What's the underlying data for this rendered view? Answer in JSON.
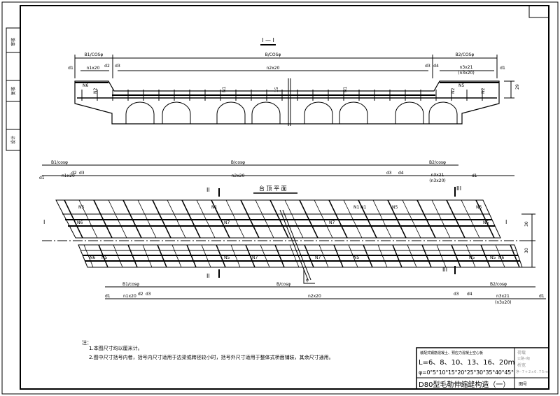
{
  "side_strip": [
    "审核",
    "复核",
    "设计"
  ],
  "section": {
    "title": "I — I",
    "dim_top": [
      "B1/COSφ",
      "B/COSφ",
      "B2/COSφ"
    ],
    "dim_sub": [
      "d1",
      "n1x20",
      "d2",
      "d3",
      "n2x20",
      "d3",
      "d4",
      "n3x21",
      "(n3x20)",
      "d1"
    ],
    "rebar_labels": [
      "N6",
      "N2",
      "N1",
      "15",
      "N1",
      "N5",
      "N2",
      "N2"
    ],
    "height_dim": "29"
  },
  "plan": {
    "title": "台 顶 平 面",
    "dim_top": [
      "B1/cosφ",
      "B/cosφ",
      "B2/cosφ"
    ],
    "dim_sub": [
      "d1",
      "n1x20",
      "d2",
      "d3",
      "n2x20",
      "d3",
      "d4",
      "n3x21",
      "(n3x20)",
      "d1"
    ],
    "section_marks": [
      "I",
      "I",
      "II",
      "II",
      "III",
      "III"
    ],
    "rebar_labels_upper": [
      "N5",
      "N6",
      "N1",
      "N7",
      "N1",
      "N7",
      "N1",
      "N5",
      "N5",
      "N5"
    ],
    "rebar_labels_lower": [
      "N6",
      "N5",
      "N5",
      "N7",
      "N7",
      "N5",
      "N5",
      "N5",
      "N6"
    ],
    "angle": "φ",
    "width_dims": [
      "30",
      "30"
    ],
    "dim_bottom": [
      "B1/cosφ",
      "B/cosφ",
      "B2/cosφ"
    ],
    "dim_bottom_sub": [
      "d1",
      "n1x20",
      "d2",
      "d3",
      "n2x20",
      "d3",
      "d4",
      "n3x21",
      "(n3x20)",
      "d1"
    ]
  },
  "notes": {
    "heading": "注：",
    "items": [
      "1.本图尺寸均以厘米计。",
      "2.图中尺寸括号内者，括号内尺寸适用于边梁或跨径较小时，括号外尺寸适用于整体式桥面铺装，其余尺寸通用。"
    ]
  },
  "title_block": {
    "header": "装配式钢筋混凝土、预应力混凝土空心板",
    "span": "L=6、8、10、13、16、20m",
    "angle": "φ=0°5°10°15°20°25°30°35°40°45°",
    "drawing_title": "D80型毛勒伸缩缝构造（一）",
    "right_cells": [
      "荷载",
      "公路-I级",
      "桥宽",
      "净-7+2x0.75m",
      "图号"
    ]
  }
}
